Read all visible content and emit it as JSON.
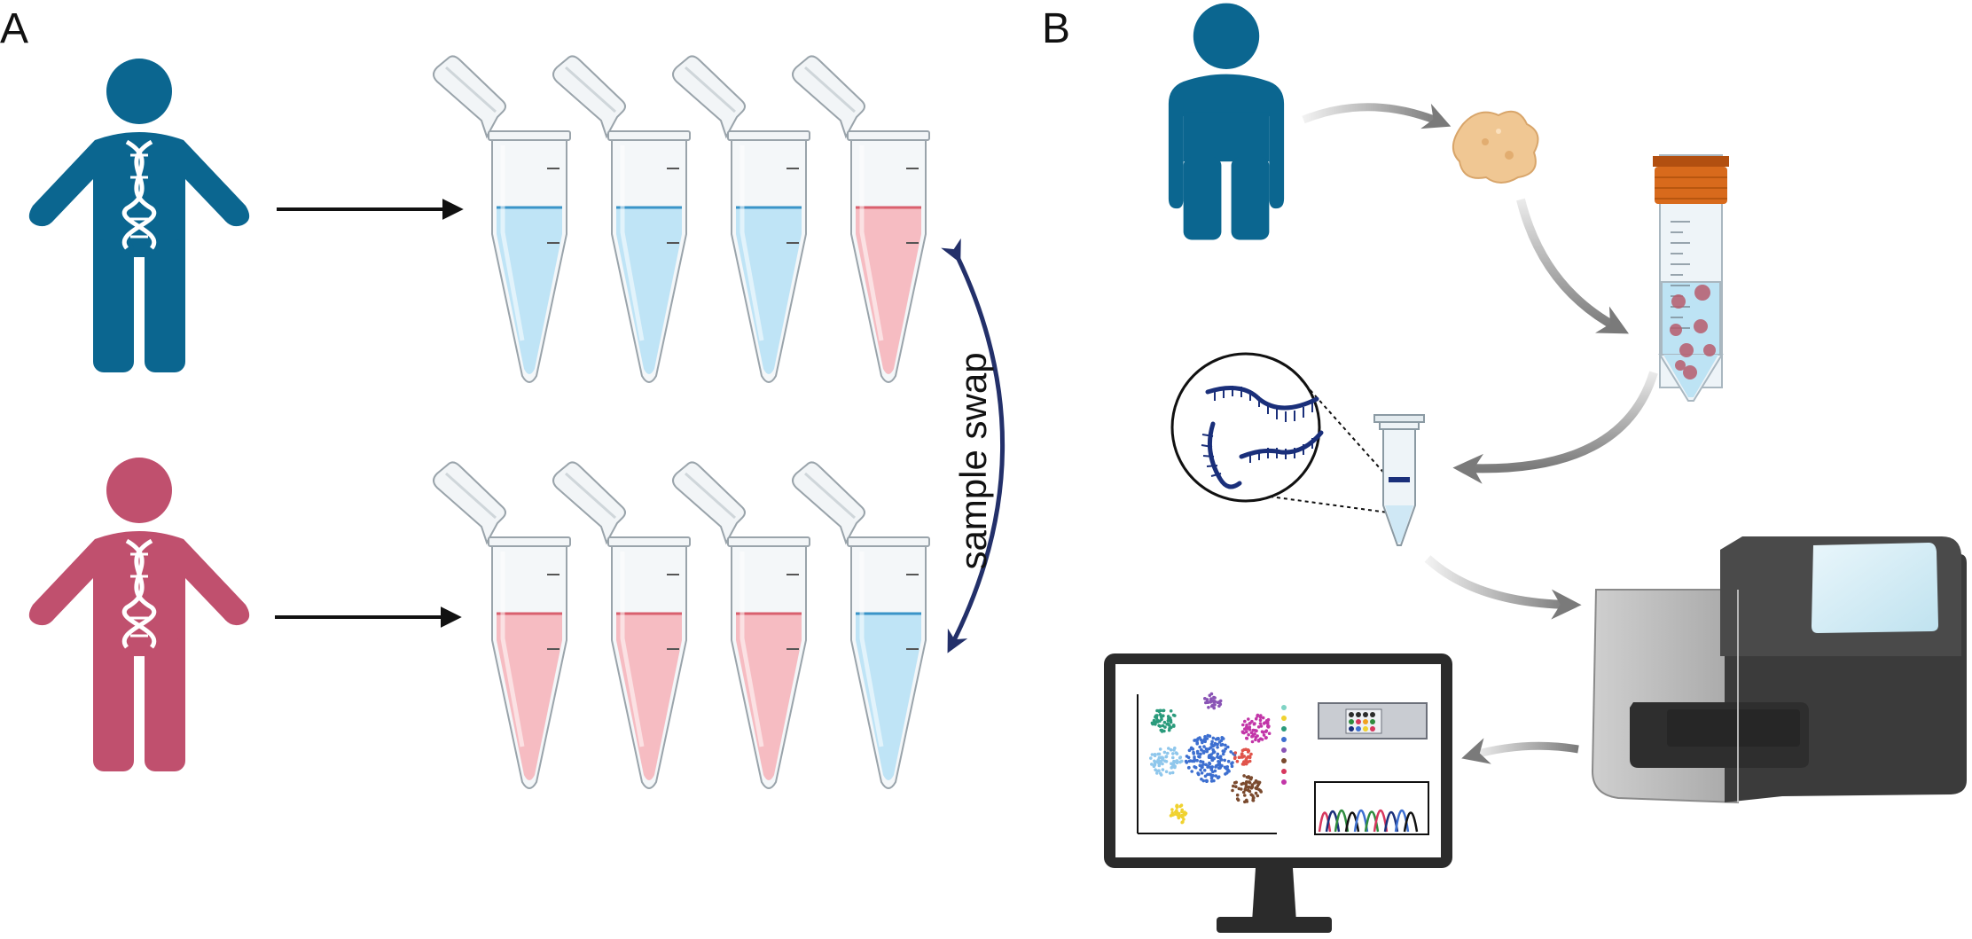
{
  "panels": [
    {
      "label": "A"
    },
    {
      "label": "B"
    }
  ],
  "annotation": {
    "swap_label": "sample swap"
  },
  "colors": {
    "person_blue": "#0b6690",
    "person_red": "#c0506e",
    "liquid_blue": "#bfe4f6",
    "liquid_blue_line": "#3a94c8",
    "liquid_red": "#f6bcc2",
    "liquid_red_line": "#d9606e",
    "swap_arrow": "#23306a",
    "flow_arrow": "#7a7a7a",
    "tube_cap": "#d86a1c",
    "sequencer_body": "#3b3b3b",
    "monitor_frame": "#2b2b2b"
  },
  "icons": [
    "person-icon",
    "dna-helix-icon",
    "microtube-icon",
    "tissue-icon",
    "conical-tube-icon",
    "rna-strand-icon",
    "sequencer-icon",
    "monitor-icon",
    "umap-plot-icon",
    "chromatogram-icon"
  ],
  "panel_a": {
    "rows": [
      {
        "donor": "person_blue",
        "tube_liquids": [
          "blue",
          "blue",
          "blue",
          "red"
        ]
      },
      {
        "donor": "person_red",
        "tube_liquids": [
          "red",
          "red",
          "red",
          "blue"
        ]
      }
    ]
  },
  "panel_b": {
    "workflow": [
      "person-icon",
      "tissue-icon",
      "conical-tube-icon",
      "microtube-icon",
      "sequencer-icon",
      "monitor-icon"
    ]
  }
}
